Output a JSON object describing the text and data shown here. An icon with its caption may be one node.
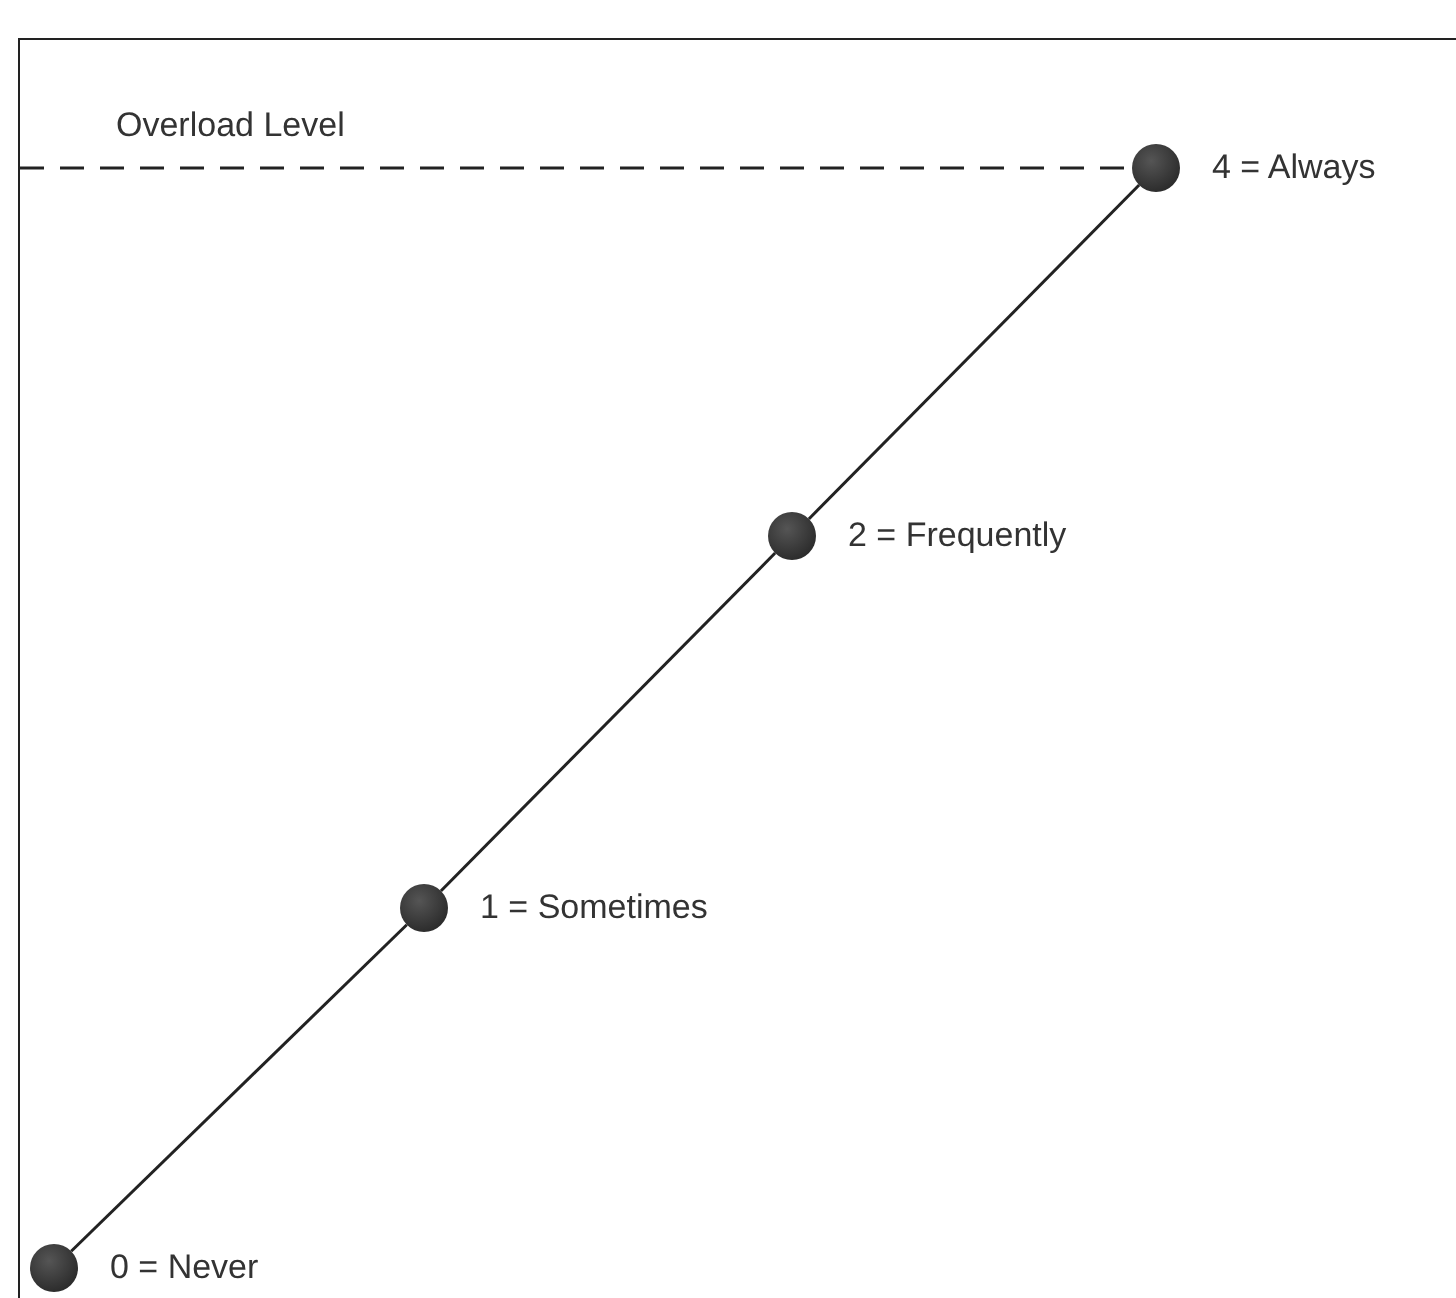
{
  "diagram": {
    "nodes": [
      {
        "text": [],
        "shape": "circle",
        "beside": [
          "0 = Never"
        ]
      },
      {
        "text": [],
        "shape": "circle",
        "beside": [
          "1 = Sometimes"
        ]
      },
      {
        "text": [],
        "shape": "circle",
        "beside": [
          "2 = Frequently"
        ]
      },
      {
        "text": [],
        "shape": "circle",
        "beside": [
          "4 = Always"
        ]
      }
    ],
    "edges": [
      {
        "from": 0,
        "to": 1,
        "arrow": "none"
      },
      {
        "from": 1,
        "to": 2,
        "arrow": "none"
      },
      {
        "from": 2,
        "to": 3,
        "arrow": "none"
      }
    ],
    "labels": [
      "Overload Level"
    ]
  }
}
